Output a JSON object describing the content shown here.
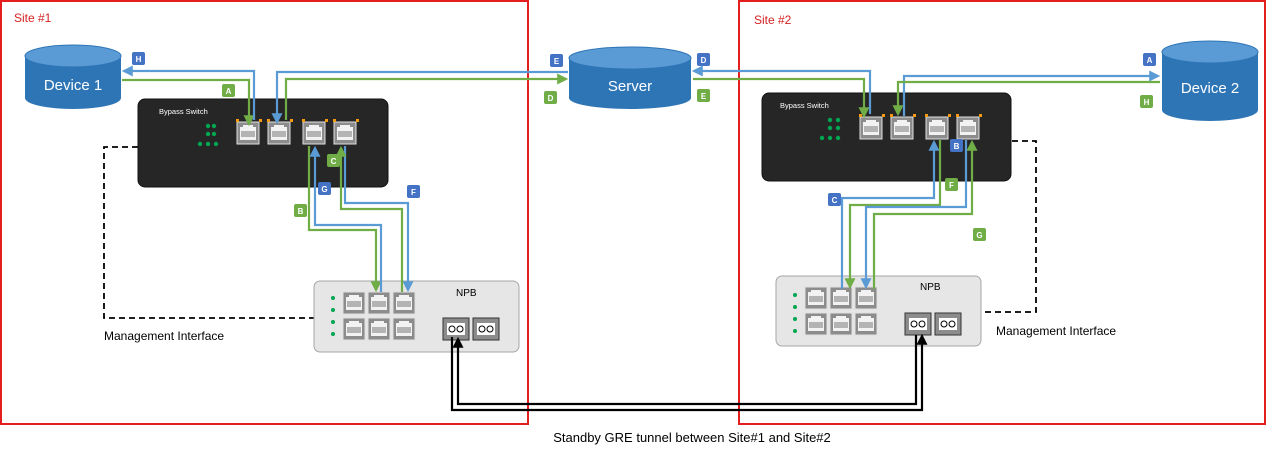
{
  "sites": [
    {
      "label": "Site #1"
    },
    {
      "label": "Site #2"
    }
  ],
  "devices": {
    "device1": "Device 1",
    "device2": "Device 2",
    "server": "Server"
  },
  "bypass_switch": {
    "site1": "Bypass Switch",
    "site2": "Bypass Switch"
  },
  "npb": {
    "site1": "NPB",
    "site2": "NPB"
  },
  "management": {
    "site1": "Management Interface",
    "site2": "Management Interface"
  },
  "tunnel_caption": "Standby GRE tunnel between Site#1 and Site#2",
  "path_tags": {
    "site1": {
      "A": "A",
      "B": "B",
      "C": "C",
      "D": "D",
      "E": "E",
      "F": "F",
      "G": "G",
      "H": "H"
    },
    "site2": {
      "A": "A",
      "B": "B",
      "C": "C",
      "D": "D",
      "E": "E",
      "F": "F",
      "G": "G",
      "H": "H"
    }
  },
  "colors": {
    "site_border": "#e41d1d",
    "site_label": "#d42020",
    "blue_path": "#5b9bd5",
    "green_path": "#70ad47",
    "blue_tag": "#4472c4",
    "green_tag": "#70ad47",
    "device_fill": "#2e75b6",
    "switch_fill": "#262626",
    "npb_fill": "#e7e6e6",
    "led_green": "#00a651"
  }
}
